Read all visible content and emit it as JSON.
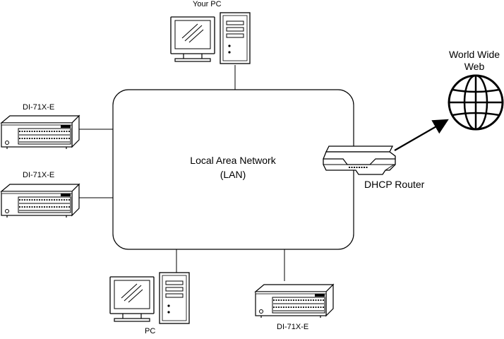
{
  "nodes": {
    "your_pc": {
      "label": "Your PC"
    },
    "pc": {
      "label": "PC"
    },
    "daq_top": {
      "label": "DI-71X-E"
    },
    "daq_mid": {
      "label": "DI-71X-E"
    },
    "daq_bottom": {
      "label": "DI-71X-E"
    },
    "router": {
      "label": "DHCP Router"
    },
    "internet": {
      "label_line1": "World Wide",
      "label_line2": "Web"
    },
    "lan": {
      "label_line1": "Local Area Network",
      "label_line2": "(LAN)"
    }
  },
  "colors": {
    "stroke": "#000000",
    "fill": "#ffffff",
    "light_fill": "#eeeeee"
  },
  "icons": [
    "computer-icon",
    "data-logger-icon",
    "router-icon",
    "globe-icon"
  ]
}
